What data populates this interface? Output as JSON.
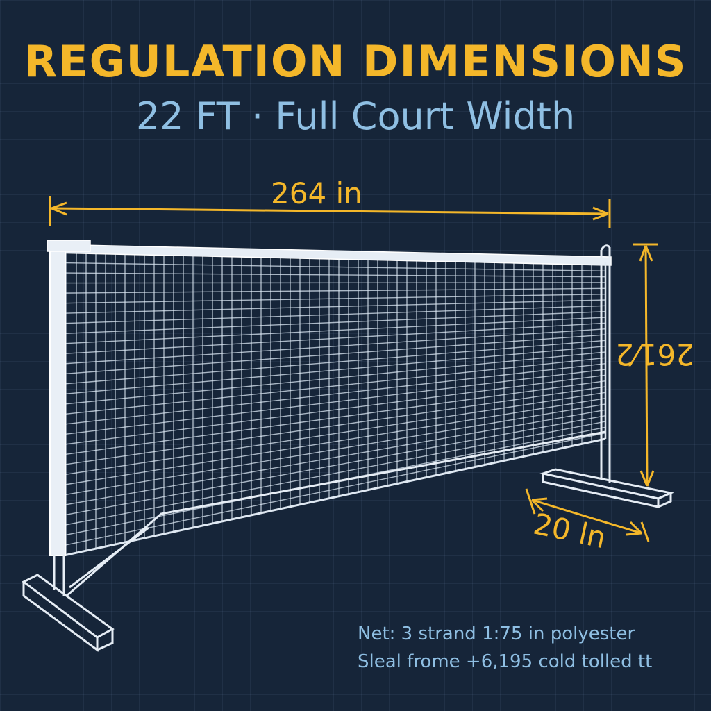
{
  "header": {
    "title": "REGULATION DIMENSIONS",
    "subtitle": "22 FT · Full Court Width"
  },
  "dimensions": {
    "width_label": "264 in",
    "height_label": "261⁄2",
    "depth_label": "20 ln"
  },
  "specs": {
    "line1": "Net: 3 strand 1:75 in polyester",
    "line2": "Sleal frome +6,195 cold tolled tt"
  },
  "colors": {
    "background": "#162539",
    "accent": "#f4b72a",
    "text_secondary": "#8fbfe3",
    "frame": "#e6edf5"
  }
}
